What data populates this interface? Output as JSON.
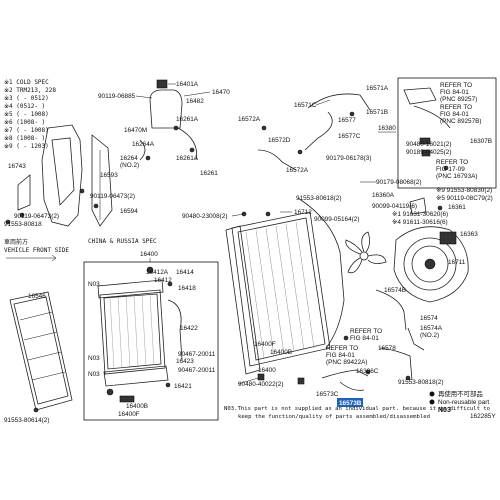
{
  "footnotes": {
    "cold_spec": "※1 COLD SPEC",
    "trm": "※2 TRM213, 228",
    "date_a": "※3 ( - 0512)",
    "date_b": "※4 (0512- )",
    "date_c": "※5 ( - 1008)",
    "date_d": "※6 (1008- )",
    "date_e": "※7 ( - 1008)",
    "date_f": "※8 (1008- )",
    "date_g": "※9 ( - 1203)"
  },
  "vehicle_front": {
    "jp": "車両前方",
    "en": "VEHICLE FRONT SIDE"
  },
  "inset": {
    "title": "CHINA & RUSSIA SPEC",
    "box_part": "16400"
  },
  "refer_box": {
    "r1": "REFER TO",
    "r1b": "FIG 84-01",
    "r1c": "(PNC 89257)",
    "r2": "REFER TO",
    "r2b": "FIG 84-01",
    "r2c": "(PNC 89257B)"
  },
  "legend": {
    "jp": "再使用不可部品",
    "non_reusable": "Non-reusable part",
    "n03": "N03",
    "note_line1": "N03.This part is not supplied as an individual part. because it is difficult to",
    "note_line2": "keep the function/quality of parts assembled/disassembled",
    "figure_code": "162285Y"
  },
  "highlight": {
    "label": "16573B",
    "color": "#1f63b8"
  },
  "labels": {
    "p16401A": "16401A",
    "p16470": "16470",
    "p90119_06885": "90119-06885",
    "p16482": "16482",
    "p16261A": "16261A",
    "p16470M": "16470M",
    "p16264A": "16264A",
    "p16264": "16264",
    "p16264no2": "(NO.2)",
    "p16261": "16261",
    "p16261A_2": "16261A",
    "p16571C": "16571C",
    "p16571A": "16571A",
    "p16572A": "16572A",
    "p16572D": "16572D",
    "p16577": "16577",
    "p16577C": "16577C",
    "p16571B": "16571B",
    "p16380": "16380",
    "p16572A_2": "16572A",
    "p90179_06178": "90179-06178(3)",
    "p91553_80618": "91553-80618(2)",
    "p16712": "16712",
    "p90099_05164": "90099-05164(2)",
    "p90480_23008": "90480-23008(2)",
    "p90179_08068": "90179-08068(2)",
    "p16360A": "16360A",
    "p90099_04119": "90099-04119(6)",
    "p16361": "16361",
    "p91631_30620": "※1 91631-30620(6)",
    "p91611_30616": "※4 91611-30616(6)",
    "p90480_16021": "90480-16021(2)",
    "p90189_04025": "90189-04025(2)",
    "p16307B": "16307B",
    "p16363": "16363",
    "p16711": "16711",
    "p16574B": "16574B",
    "p16574": "16574",
    "p16574A": "16574A",
    "p16574Ano2": "(NO.2)",
    "p16578": "16578",
    "p16593": "16593",
    "p16743": "16743",
    "p16594": "16594",
    "p90119_06473a": "90119-06473(2)",
    "p91553_80818a": "91553-80818",
    "p90119_06473b": "90119-06473(2)",
    "p16546": "16546",
    "p91553_80614": "91553-80614(2)",
    "p16412A": "16412A",
    "p16412": "16412",
    "p16414": "16414",
    "p16418": "16418",
    "p16422": "16422",
    "p16423": "16423",
    "p16421": "16421",
    "p16400B_i": "16400B",
    "p16400F_i": "16400F",
    "p90467_20011a": "90467-20011",
    "p90467_20011b": "90467-20011",
    "pN03a": "N03",
    "pN03b": "N03",
    "pN03c": "N03",
    "p16400F": "16400F",
    "p16400B": "16400B",
    "p16400": "16400",
    "p90480_40022": "90480-40022(2)",
    "p16573C": "16573C",
    "p91553_80818b": "91553-80818(2)",
    "p16306C": "16306C",
    "refer_a1": "REFER TO",
    "refer_a2": "FIG 84-01",
    "refer_b1": "REFER TO",
    "refer_b2": "FIG 84-01",
    "refer_b3": "(PNC 89422A)",
    "refer_c1": "REFER TO",
    "refer_c2": "FIG 17-09",
    "refer_c3": "(PNC 16793A)",
    "p91553_80830": "※9 91553-80830(2)",
    "p90119_08C79": "※5 90119-08C79(2)"
  }
}
